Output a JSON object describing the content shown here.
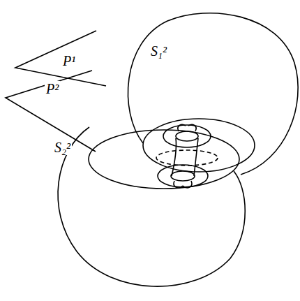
{
  "diagram": {
    "labels": [
      "S₁²",
      "P¹",
      "P²",
      "S₂²"
    ]
  }
}
